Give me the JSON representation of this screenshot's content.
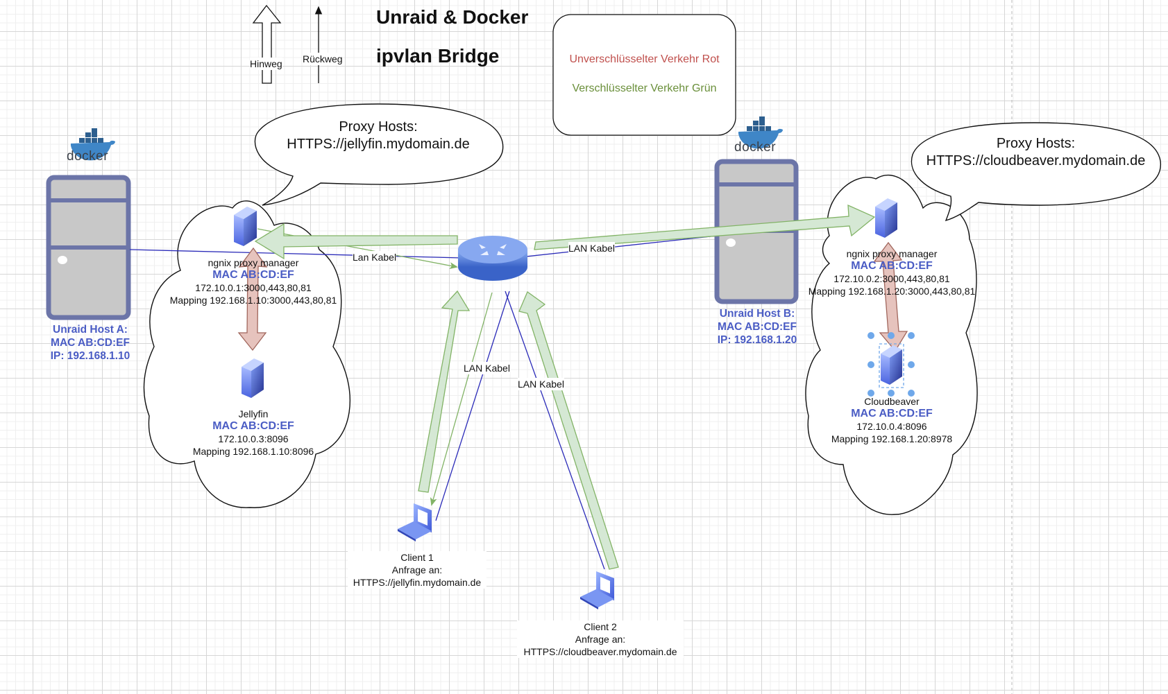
{
  "title": {
    "line1": "Unraid & Docker",
    "line2": "ipvlan Bridge"
  },
  "arrow_legend": {
    "forward_label": "Hinweg",
    "return_label": "Rückweg"
  },
  "color_legend": {
    "unencrypted": "Unverschlüsselter Verkehr Rot",
    "encrypted": "Verschlüsselter Verkehr Grün",
    "unencrypted_color": "#c0504d",
    "encrypted_color": "#6a8f3a"
  },
  "colors": {
    "lan_cable": "#2a2ab8",
    "green_fill": "#d5e8d4",
    "green_stroke": "#82b366",
    "red_fill": "#e6c3bd",
    "red_stroke": "#a0665c",
    "host_frame": "#6c75a8",
    "label_blue": "#4a5cc4"
  },
  "docker_logo_text": "docker",
  "host_a": {
    "name": "Unraid Host A:",
    "mac": "MAC AB:CD:EF",
    "ip": "IP: 192.168.1.10",
    "bubble_title": "Proxy Hosts:",
    "bubble_url": "HTTPS://jellyfin.mydomain.de",
    "proxy": {
      "name": "ngnix proxy manager",
      "mac": "MAC AB:CD:EF",
      "addr": "172.10.0.1:3000,443,80,81",
      "mapping": "Mapping 192.168.1.10:3000,443,80,81"
    },
    "app": {
      "name": "Jellyfin",
      "mac": "MAC AB:CD:EF",
      "addr": "172.10.0.3:8096",
      "mapping": "Mapping 192.168.1.10:8096"
    }
  },
  "host_b": {
    "name": "Unraid Host B:",
    "mac": "MAC AB:CD:EF",
    "ip": "IP: 192.168.1.20",
    "bubble_title": "Proxy Hosts:",
    "bubble_url": "HTTPS://cloudbeaver.mydomain.de",
    "proxy": {
      "name": "ngnix proxy manager",
      "mac": "MAC AB:CD:EF",
      "addr": "172.10.0.2:3000,443,80,81",
      "mapping": "Mapping 192.168.1.20:3000,443,80,81"
    },
    "app": {
      "name": "Cloudbeaver",
      "mac": "MAC AB:CD:EF",
      "addr": "172.10.0.4:8096",
      "mapping": "Mapping 192.168.1.20:8978"
    }
  },
  "cables": {
    "host_a": "Lan Kabel",
    "host_b": "LAN Kabel",
    "client_1": "LAN Kabel",
    "client_2": "LAN Kabel"
  },
  "clients": [
    {
      "name": "Client 1",
      "request_label": "Anfrage an:",
      "url": "HTTPS://jellyfin.mydomain.de"
    },
    {
      "name": "Client 2",
      "request_label": "Anfrage an:",
      "url": "HTTPS://cloudbeaver.mydomain.de"
    }
  ]
}
